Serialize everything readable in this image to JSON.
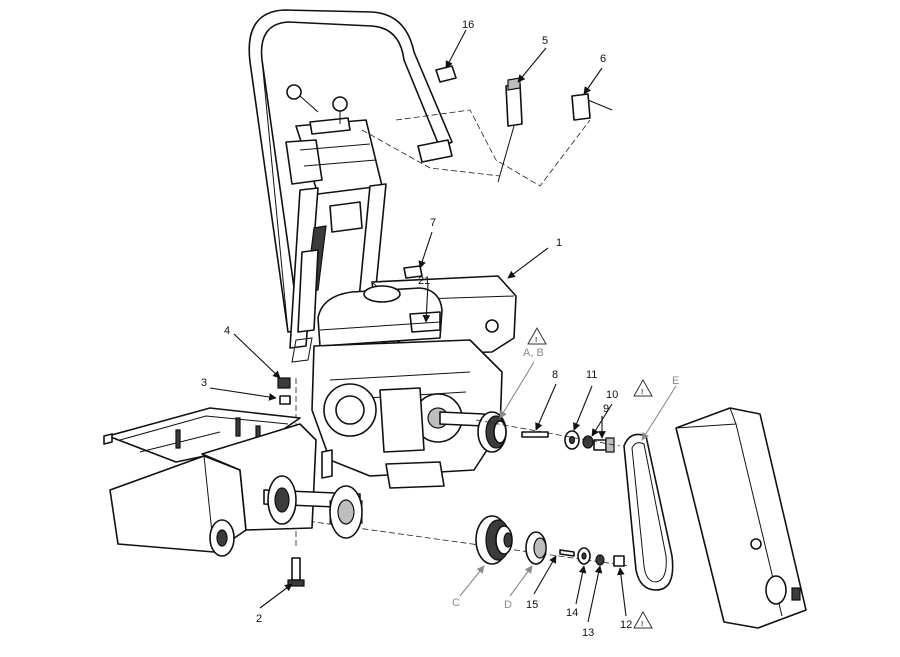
{
  "callouts": {
    "c1": "1",
    "c2": "2",
    "c3": "3",
    "c4": "4",
    "c5": "5",
    "c6": "6",
    "c7": "7",
    "c8": "8",
    "c9": "9",
    "c10": "10",
    "c11": "11",
    "c12": "12",
    "c13": "13",
    "c14": "14",
    "c15": "15",
    "c16": "16",
    "c21": "21",
    "cAB": "A, B",
    "cC": "C",
    "cD": "D",
    "cE": "E"
  },
  "warning_symbol": "!",
  "colors": {
    "line": "#111111",
    "grey_callout": "#8a8a8a",
    "dark_part": "#3b3b3b"
  },
  "icons": [
    "warning-triangle-icon"
  ]
}
